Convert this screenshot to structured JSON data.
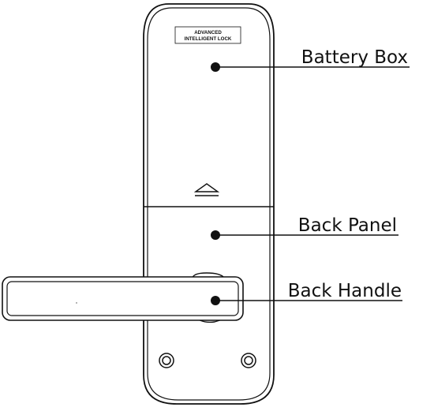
{
  "plate": {
    "line1": "ADVANCED",
    "line2": "INTELLIGENT LOCK"
  },
  "callouts": [
    {
      "label": "Battery Box"
    },
    {
      "label": "Back Panel"
    },
    {
      "label": "Back Handle"
    }
  ],
  "icons": {
    "eject": "eject-arrow-icon",
    "screws": "screw-icon"
  },
  "colors": {
    "stroke": "#111111",
    "background": "#ffffff"
  }
}
